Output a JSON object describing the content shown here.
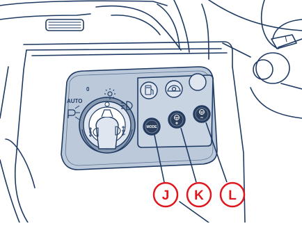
{
  "dial": {
    "labels": {
      "auto": "AUTO",
      "zero": "0"
    },
    "icons": [
      "sun-side-lights-icon",
      "headlight-icon",
      "parking-light-icon",
      "front-fog-light-icon",
      "rear-fog-light-icon"
    ]
  },
  "buttons": {
    "top": [
      "fuel-filler-icon",
      "car-roof-icon",
      "blank-button"
    ],
    "bottom": {
      "mode_label": "MODE",
      "k_icon": "steering-wheel-plus-icon",
      "l_icon": "steering-wheel-minus-icon"
    }
  },
  "callouts": {
    "j": "J",
    "k": "K",
    "l": "L"
  },
  "colors": {
    "panel": "#bcc9da",
    "outline": "#1e3a63",
    "callout_red": "#e0161d",
    "button_dark": "#2c3e59",
    "button_light": "#dfe6ef"
  }
}
